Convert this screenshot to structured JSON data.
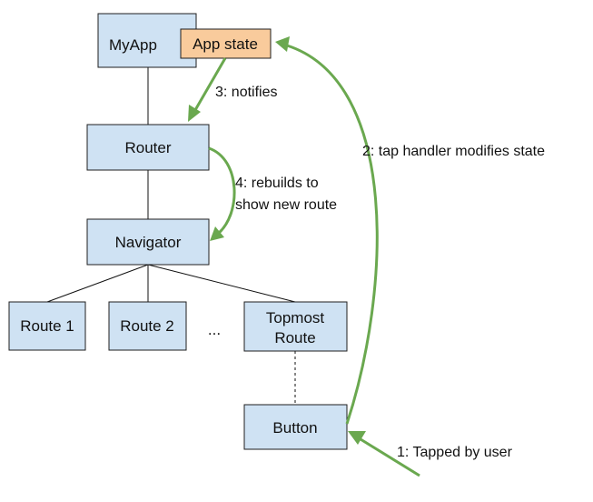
{
  "nodes": {
    "myapp": "MyApp",
    "app_state": "App state",
    "router": "Router",
    "navigator": "Navigator",
    "route1": "Route 1",
    "route2": "Route 2",
    "ellipsis": "...",
    "topmost_route": [
      "Topmost",
      "Route"
    ],
    "button": "Button"
  },
  "annotations": {
    "step1": "1: Tapped by user",
    "step2": "2: tap handler modifies state",
    "step3": "3: notifies",
    "step4": [
      "4: rebuilds to",
      "show new route"
    ]
  },
  "colors": {
    "node_fill": "#cfe2f3",
    "state_fill": "#f9cb9c",
    "arrow": "#6aa84f"
  }
}
